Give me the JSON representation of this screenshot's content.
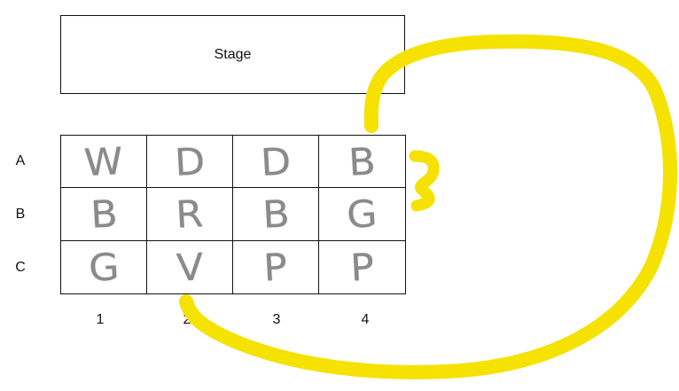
{
  "stage": {
    "label": "Stage"
  },
  "rows": [
    "A",
    "B",
    "C"
  ],
  "columns": [
    "1",
    "2",
    "3",
    "4"
  ],
  "seats": [
    [
      "W",
      "D",
      "D",
      "B"
    ],
    [
      "B",
      "R",
      "B",
      "G"
    ],
    [
      "G",
      "V",
      "P",
      "P"
    ]
  ],
  "colors": {
    "line": "#111111",
    "handwriting": "#8a8a8a",
    "highlight": "#f5e200"
  }
}
